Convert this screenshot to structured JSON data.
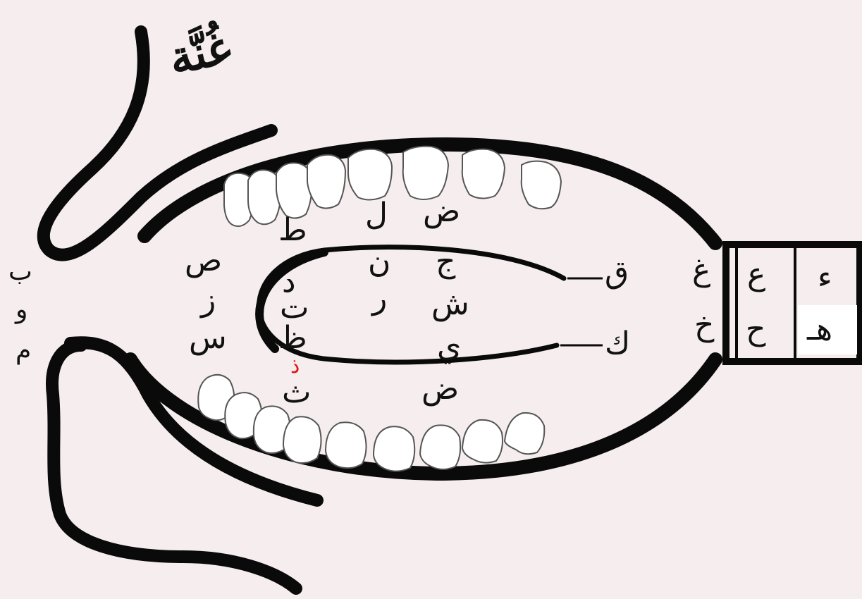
{
  "ghunna_label": "غُنَّة",
  "colors": {
    "background": "#f6eeee",
    "outline": "#0a0a0a",
    "tooth_fill": "#ffffff",
    "tooth_stroke": "#555555",
    "highlight": "#e01515"
  },
  "throat": {
    "col1_top": "ء",
    "col1_bottom": "هـ",
    "col2_top": "ع",
    "col2_bottom": "ح",
    "col3_top": "غ",
    "col3_bottom": "خ"
  },
  "tongue_back": {
    "upper": "ق",
    "lower": "ك"
  },
  "mid_tongue": {
    "top": "ض",
    "jeem": "ج",
    "sheen": "ش",
    "ya": "ي",
    "bottom": "ض"
  },
  "tip": {
    "lam": "ل",
    "noon": "ن",
    "ra": "ر"
  },
  "nit_ee": {
    "ta": "ط",
    "dal": "د",
    "ta2": "ت"
  },
  "lisp": {
    "zaa": "ظ",
    "dhal": "ذ",
    "tha": "ث"
  },
  "whistle": {
    "sad": "ص",
    "zay": "ز",
    "seen": "س"
  },
  "lips": {
    "ba": "ب",
    "waw": "و",
    "meem": "م"
  }
}
